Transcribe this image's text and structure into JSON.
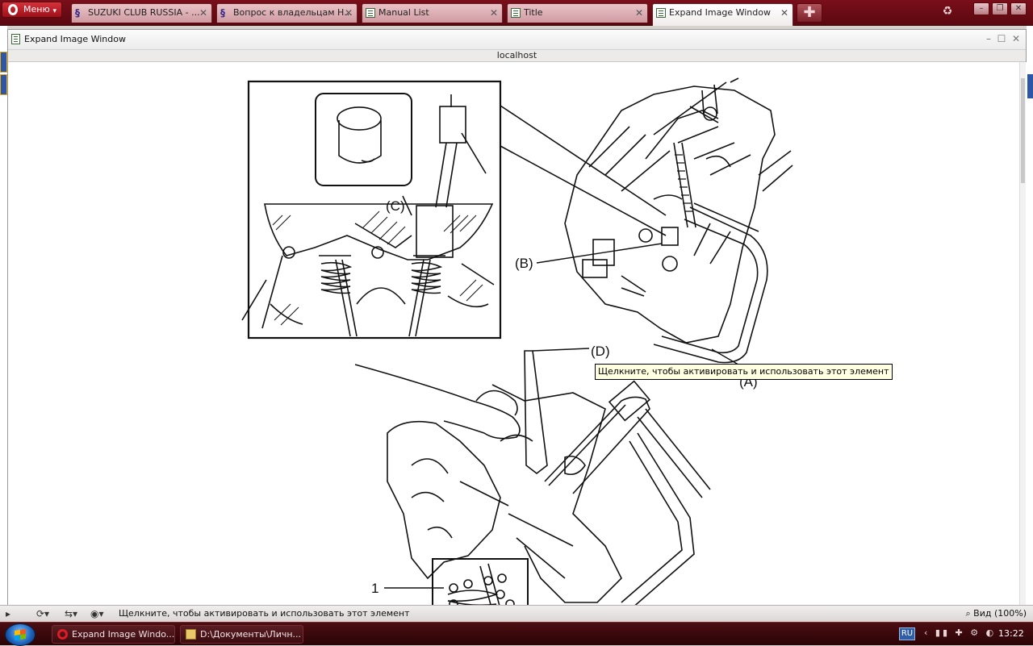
{
  "browser": {
    "menu_label": "Меню",
    "tabs": [
      {
        "title": "SUZUKI CLUB RUSSIA - ...",
        "icon": "suzuki-icon"
      },
      {
        "title": "Вопрос к владельцам Н...",
        "icon": "suzuki-icon"
      },
      {
        "title": "Manual List",
        "icon": "document-icon"
      },
      {
        "title": "Title",
        "icon": "document-icon"
      },
      {
        "title": "Expand Image Window",
        "icon": "document-icon",
        "active": true
      }
    ],
    "accent_color": "#7a0f1a"
  },
  "popup": {
    "title": "Expand Image Window",
    "url": "localhost",
    "diagram_labels": {
      "b": "(B)",
      "c": "(C)",
      "d": "(D)",
      "a": "(A)",
      "one": "1"
    },
    "tooltip": "Щелкните, чтобы активировать и использовать этот элемент"
  },
  "statusbar": {
    "text": "Щелкните, чтобы активировать и использовать этот элемент",
    "zoom": "Вид (100%)"
  },
  "taskbar": {
    "items": [
      {
        "label": "Expand Image Windo...",
        "icon": "opera-icon"
      },
      {
        "label": "D:\\Документы\\Личн...",
        "icon": "folder-icon"
      }
    ],
    "language": "RU",
    "clock": "13:22"
  }
}
